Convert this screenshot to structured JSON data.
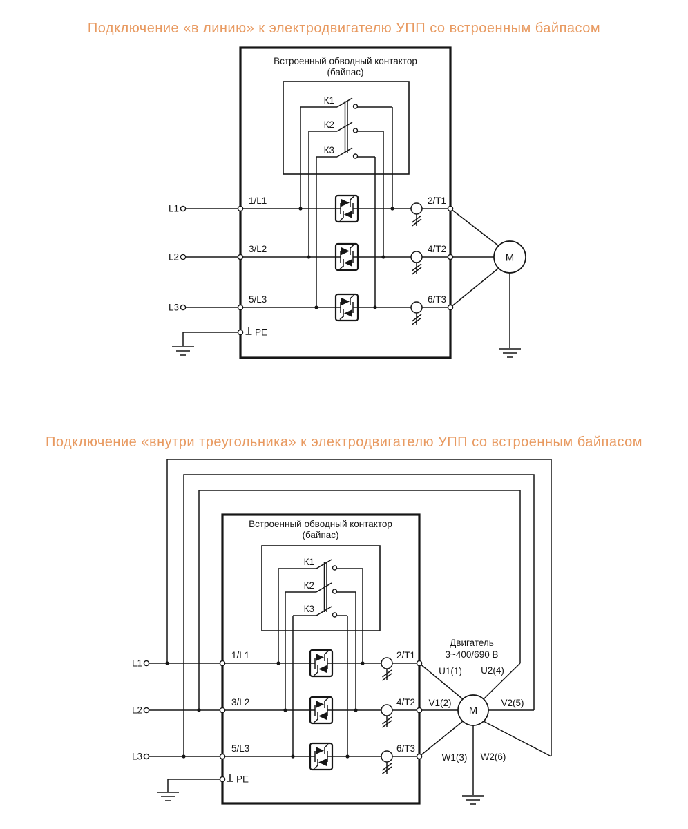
{
  "titles": {
    "inline": "Подключение «в линию» к электродвигателю УПП со встроенным байпасом",
    "delta": "Подключение «внутри треугольника» к электродвигателю УПП со встроенным байпасом"
  },
  "colors": {
    "title_accent": "#E89A61",
    "line": "#161616",
    "background": "#FFFFFF"
  },
  "starter": {
    "bypass_title": "Встроенный обводный контактор",
    "bypass_subtitle": "(байпас)",
    "contactors": [
      "К1",
      "К2",
      "К3"
    ],
    "phase_inputs": [
      "L1",
      "L2",
      "L3"
    ],
    "input_terminals": [
      "1/L1",
      "3/L2",
      "5/L3"
    ],
    "output_terminals": [
      "2/T1",
      "4/T2",
      "6/T3"
    ],
    "pe_terminal": "PE",
    "motor_label": "M"
  },
  "delta_motor": {
    "name": "Двигатель",
    "rating": "3~400/690 В",
    "windings": [
      "U1(1)",
      "U2(4)",
      "V1(2)",
      "V2(5)",
      "W1(3)",
      "W2(6)"
    ]
  }
}
